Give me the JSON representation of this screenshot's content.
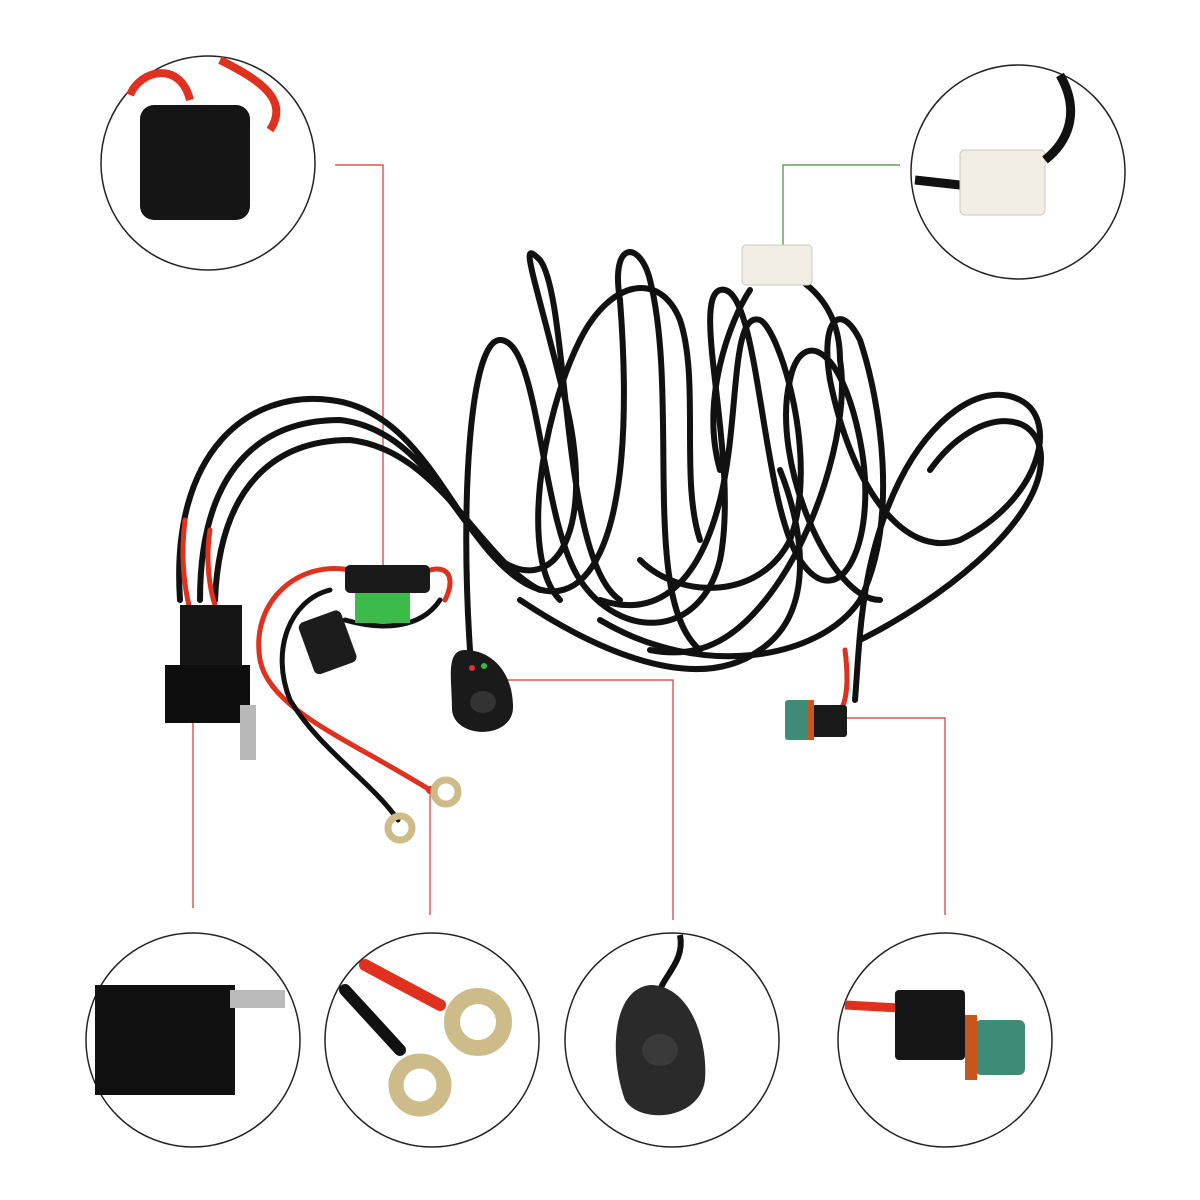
{
  "colors": {
    "background": "#ffffff",
    "wire": "#111111",
    "red_wire": "#e0301e",
    "callout_line_red": "#d9342b",
    "callout_line_green": "#3f8f3f",
    "fuse_green": "#3dbb4a",
    "connector_teal": "#3e8c78",
    "connector_orange": "#c8561c",
    "ring_brass": "#cdbb8a",
    "white_connector": "#f2eee6"
  },
  "icons": [
    "fuse-holder",
    "white-plug-connector",
    "relay",
    "ring-terminals",
    "rocker-switch",
    "dt-connector"
  ]
}
